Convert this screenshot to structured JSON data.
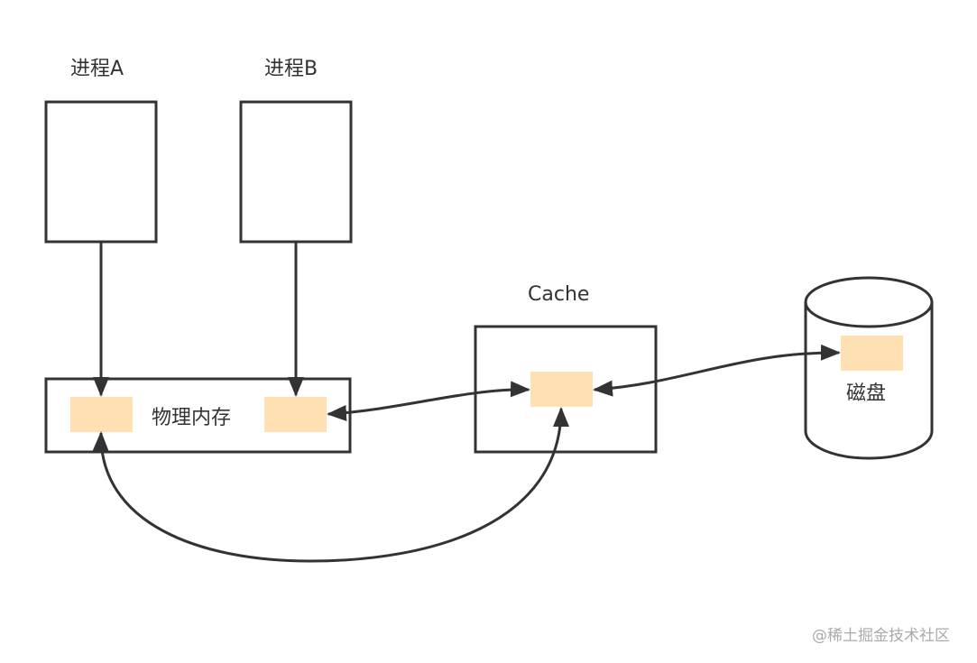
{
  "diagram": {
    "process_a_label": "进程A",
    "process_b_label": "进程B",
    "cache_label": "Cache",
    "physical_memory_label": "物理内存",
    "disk_label": "磁盘",
    "watermark": "@稀土掘金技术社区"
  },
  "colors": {
    "stroke": "#333333",
    "data_block_fill": "#ffe0b3",
    "background": "#ffffff",
    "watermark": "#aaaaaa"
  },
  "edges": [
    {
      "from": "process-a",
      "to": "physical-memory-block-a",
      "direction": "one-way"
    },
    {
      "from": "process-b",
      "to": "physical-memory-block-b",
      "direction": "one-way"
    },
    {
      "from": "physical-memory-block-b",
      "to": "cache-block",
      "direction": "two-way"
    },
    {
      "from": "cache-block",
      "to": "disk-block",
      "direction": "two-way"
    },
    {
      "from": "physical-memory-block-a",
      "to": "cache-block",
      "direction": "two-way"
    }
  ]
}
